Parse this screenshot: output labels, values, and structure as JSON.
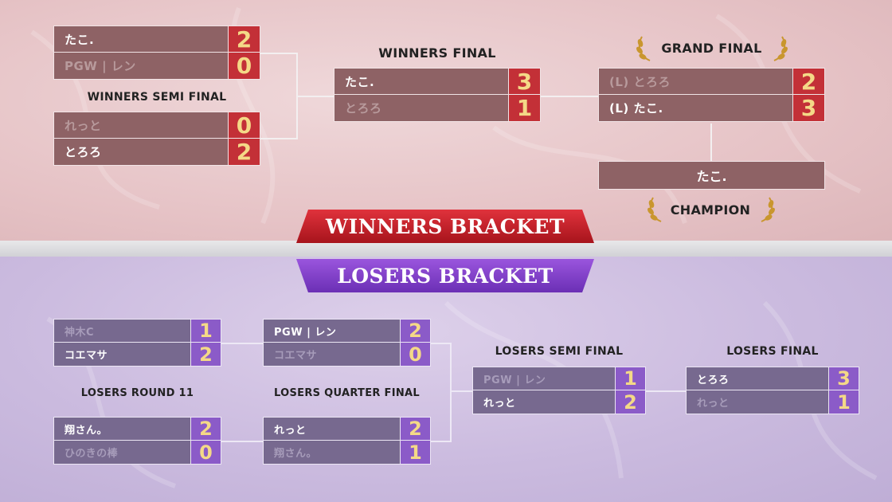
{
  "winners": {
    "banner": "WINNERS BRACKET",
    "semi_label": "WINNERS SEMI FINAL",
    "final_label": "WINNERS FINAL",
    "grand_label": "GRAND FINAL",
    "champion_label": "CHAMPION",
    "champion_name": "たこ.",
    "semi_1": [
      {
        "name": "たこ.",
        "score": "2"
      },
      {
        "name": "PGW | レン",
        "score": "0"
      }
    ],
    "semi_2": [
      {
        "name": "れっと",
        "score": "0"
      },
      {
        "name": "とろろ",
        "score": "2"
      }
    ],
    "final": [
      {
        "name": "たこ.",
        "score": "3"
      },
      {
        "name": "とろろ",
        "score": "1"
      }
    ],
    "grand": [
      {
        "name": "(L) とろろ",
        "score": "2"
      },
      {
        "name": "(L) たこ.",
        "score": "3"
      }
    ]
  },
  "losers": {
    "banner": "LOSERS BRACKET",
    "round11_label": "LOSERS ROUND 11",
    "quarter_label": "LOSERS QUARTER FINAL",
    "semi_label": "LOSERS SEMI FINAL",
    "final_label": "LOSERS FINAL",
    "r11_1": [
      {
        "name": "神木C",
        "score": "1"
      },
      {
        "name": "コエマサ",
        "score": "2"
      }
    ],
    "r11_2": [
      {
        "name": "翔さん。",
        "score": "2"
      },
      {
        "name": "ひのきの棒",
        "score": "0"
      }
    ],
    "qf_1": [
      {
        "name": "PGW | レン",
        "score": "2"
      },
      {
        "name": "コエマサ",
        "score": "0"
      }
    ],
    "qf_2": [
      {
        "name": "れっと",
        "score": "2"
      },
      {
        "name": "翔さん。",
        "score": "1"
      }
    ],
    "semi": [
      {
        "name": "PGW | レン",
        "score": "1"
      },
      {
        "name": "れっと",
        "score": "2"
      }
    ],
    "final": [
      {
        "name": "とろろ",
        "score": "3"
      },
      {
        "name": "れっと",
        "score": "1"
      }
    ]
  },
  "colors": {
    "winner_score_bg": "#c33037",
    "loser_score_bg": "#8b5bc8",
    "score_text": "#f4d987"
  }
}
